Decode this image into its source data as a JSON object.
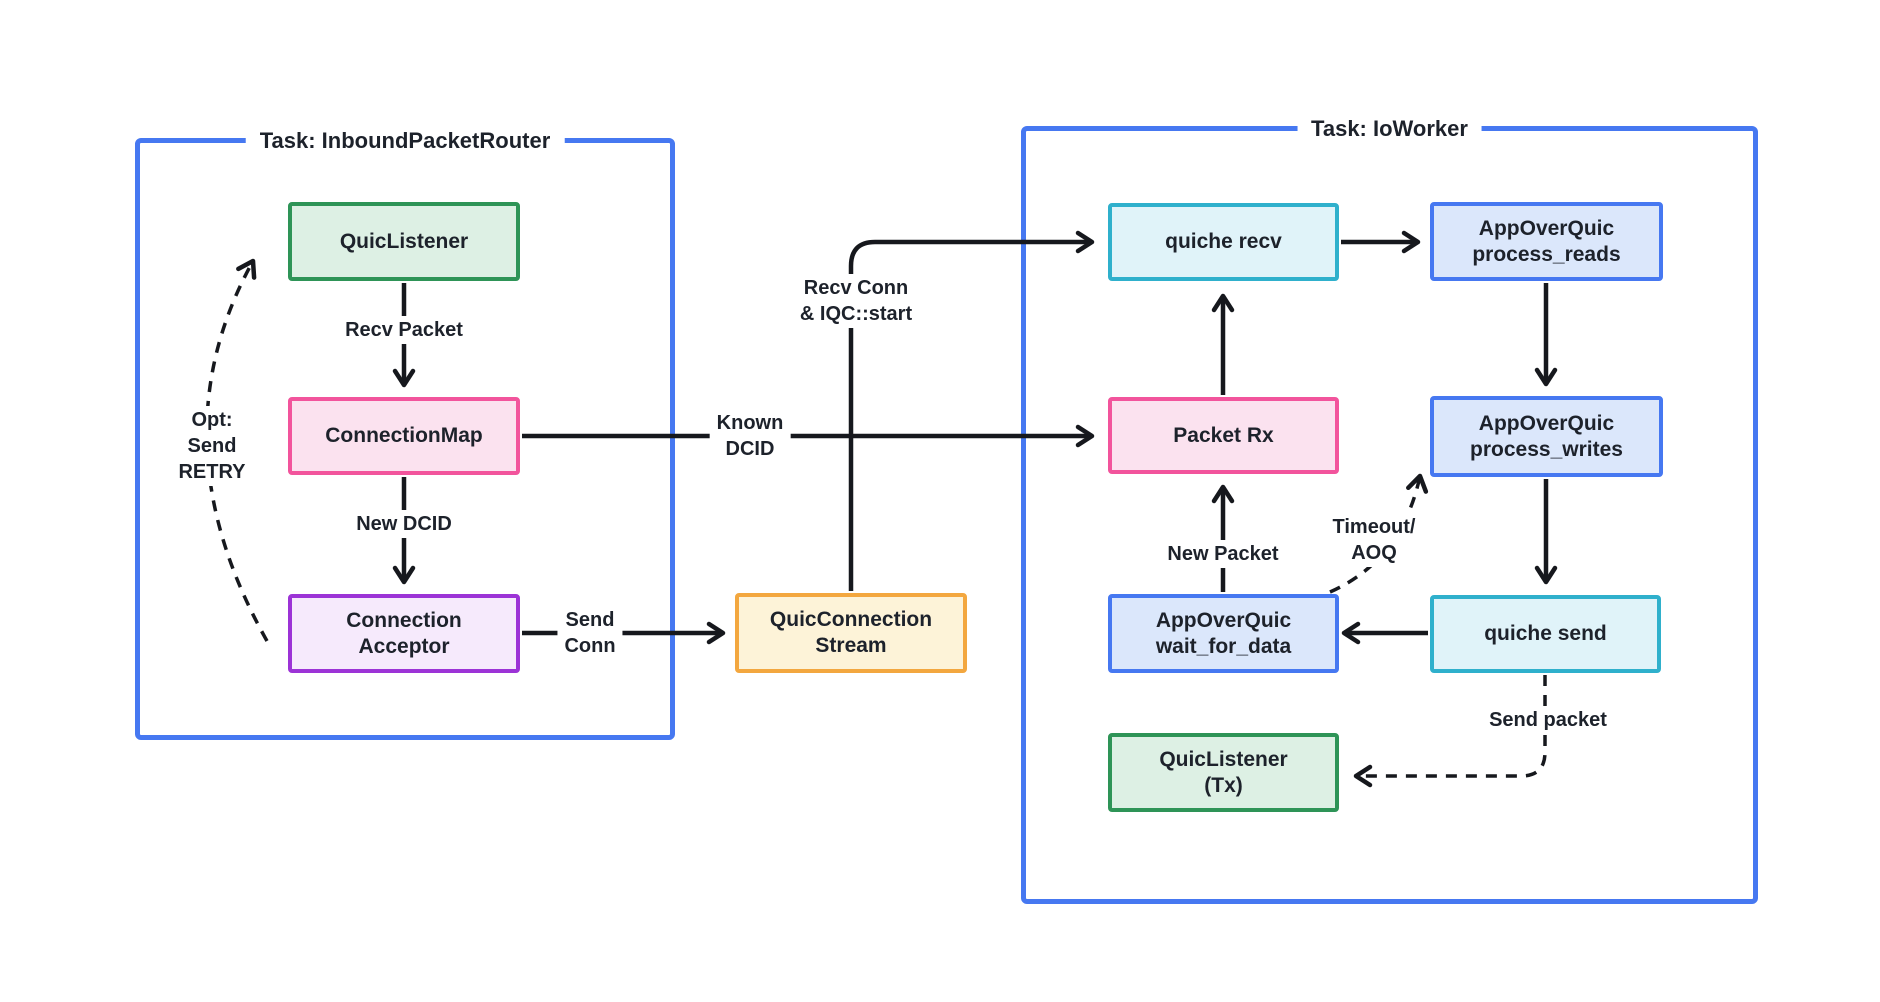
{
  "diagram": {
    "colors": {
      "bg": "#ffffff",
      "label_bg": "#ffffff",
      "line": "#16181d",
      "text": "#1d222b",
      "task_border": "#4678f1",
      "green_border": "#2e9457",
      "green_fill": "#ddf0e4",
      "pink_border": "#f2549c",
      "pink_fill": "#fbe2ef",
      "purple_border": "#9c33d6",
      "purple_fill": "#f6eafc",
      "orange_border": "#f3a73f",
      "orange_fill": "#fdf3d8",
      "cyan_border": "#2fb0cc",
      "cyan_fill": "#e0f3f9",
      "blue_border": "#4678f1",
      "blue_fill": "#dbe7fb"
    },
    "tasks": {
      "inbound_packet_router": {
        "title": "Task: InboundPacketRouter"
      },
      "io_worker": {
        "title": "Task: IoWorker"
      }
    },
    "nodes": {
      "quic_listener": {
        "label": "QuicListener"
      },
      "connection_map": {
        "label": "ConnectionMap"
      },
      "connection_acceptor": {
        "label": "Connection\nAcceptor"
      },
      "quic_connection_stream": {
        "label": "QuicConnection\nStream"
      },
      "quiche_recv": {
        "label": "quiche recv"
      },
      "aoq_process_reads": {
        "label": "AppOverQuic\nprocess_reads"
      },
      "packet_rx": {
        "label": "Packet Rx"
      },
      "aoq_process_writes": {
        "label": "AppOverQuic\nprocess_writes"
      },
      "aoq_wait_for_data": {
        "label": "AppOverQuic\nwait_for_data"
      },
      "quiche_send": {
        "label": "quiche send"
      },
      "quic_listener_tx": {
        "label": "QuicListener\n(Tx)"
      }
    },
    "edge_labels": {
      "recv_packet": "Recv Packet",
      "new_dcid": "New DCID",
      "opt_send_retry": "Opt:\nSend\nRETRY",
      "send_conn": "Send\nConn",
      "known_dcid": "Known\nDCID",
      "recv_conn_iqc": "Recv Conn\n& IQC::start",
      "new_packet": "New Packet",
      "timeout_aoq": "Timeout/\nAOQ",
      "send_packet": "Send packet"
    }
  }
}
